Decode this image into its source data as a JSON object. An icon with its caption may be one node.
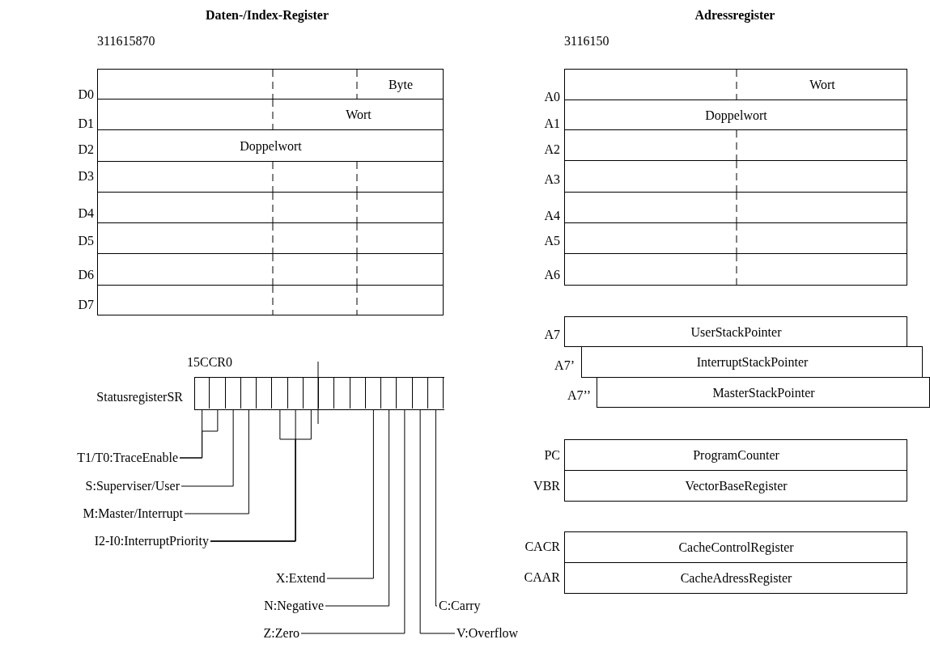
{
  "diagram": {
    "nodes": [
      {
        "text": [
          "Byte"
        ],
        "beside": [
          "D0"
        ]
      },
      {
        "text": [
          "Wort"
        ],
        "beside": [
          "D1"
        ]
      },
      {
        "text": [
          "Doppelwort"
        ],
        "beside": [
          "D2"
        ]
      },
      {
        "text": [],
        "shape": "box",
        "beside": [
          "D3"
        ]
      },
      {
        "text": [],
        "shape": "box",
        "beside": [
          "D4"
        ]
      },
      {
        "text": [],
        "shape": "box",
        "beside": [
          "D5"
        ]
      },
      {
        "text": [],
        "shape": "box",
        "beside": [
          "D6"
        ]
      },
      {
        "text": [],
        "shape": "box",
        "beside": [
          "D7"
        ]
      },
      {
        "text": [
          "Wort"
        ],
        "beside": [
          "A0"
        ]
      },
      {
        "text": [
          "Doppelwort"
        ],
        "beside": [
          "A1"
        ]
      },
      {
        "text": [],
        "shape": "box",
        "beside": [
          "A2"
        ]
      },
      {
        "text": [],
        "shape": "box",
        "beside": [
          "A3"
        ]
      },
      {
        "text": [],
        "shape": "box",
        "beside": [
          "A4"
        ]
      },
      {
        "text": [],
        "shape": "box",
        "beside": [
          "A5"
        ]
      },
      {
        "text": [],
        "shape": "box",
        "beside": [
          "A6"
        ]
      },
      {
        "text": [
          "UserStackPointer"
        ],
        "beside": [
          "A7"
        ]
      },
      {
        "text": [
          "InterruptStackPointer"
        ],
        "beside": [
          "A7’"
        ]
      },
      {
        "text": [
          "MasterStackPointer"
        ],
        "beside": [
          "A7’’"
        ]
      },
      {
        "text": [
          "ProgramCounter"
        ],
        "beside": [
          "PC"
        ]
      },
      {
        "text": [
          "VectorBaseRegister"
        ],
        "beside": [
          "VBR"
        ]
      },
      {
        "text": [
          "CacheControlRegister"
        ],
        "beside": [
          "CACR"
        ]
      },
      {
        "text": [
          "CacheAdressRegister"
        ],
        "beside": [
          "CAAR"
        ]
      },
      {
        "text": [],
        "shape": "bar",
        "beside": [
          "StatusregisterSR"
        ]
      },
      {
        "text": [],
        "shape": "box",
        "in": 22
      },
      {
        "text": [],
        "shape": "box",
        "in": 22
      },
      {
        "text": [],
        "shape": "box",
        "in": 22
      },
      {
        "text": [],
        "shape": "box",
        "in": 22
      },
      {
        "text": [],
        "shape": "box",
        "in": 22
      },
      {
        "text": [],
        "shape": "box",
        "in": 22
      },
      {
        "text": [],
        "shape": "box",
        "in": 22
      },
      {
        "text": [],
        "shape": "box",
        "in": 22
      },
      {
        "text": [],
        "shape": "box",
        "in": 22
      },
      {
        "text": [],
        "shape": "box",
        "in": 22
      },
      {
        "text": [],
        "shape": "box",
        "in": 22
      },
      {
        "text": [],
        "shape": "box",
        "in": 22
      },
      {
        "text": [],
        "shape": "box",
        "in": 22
      },
      {
        "text": [],
        "shape": "box",
        "in": 22
      },
      {
        "text": [],
        "shape": "box",
        "in": 22
      },
      {
        "text": [],
        "shape": "box",
        "in": 22
      },
      {
        "text": [
          "T1/T0:TraceEnable"
        ]
      },
      {
        "text": [
          "S:Superviser/User"
        ]
      },
      {
        "text": [
          "M:Master/Interrupt"
        ]
      },
      {
        "text": [
          "I2-I0:InterruptPriority"
        ]
      },
      {
        "text": [
          "X:Extend"
        ]
      },
      {
        "text": [
          "N:Negative"
        ]
      },
      {
        "text": [
          "C:Carry"
        ]
      },
      {
        "text": [
          "Z:Zero"
        ]
      },
      {
        "text": [
          "V:Overflow"
        ]
      }
    ],
    "edges": [
      {
        "from": 39,
        "to": 23,
        "arrow": "none"
      },
      {
        "from": 39,
        "to": 24,
        "arrow": "none"
      },
      {
        "from": 40,
        "to": 25,
        "arrow": "none"
      },
      {
        "from": 41,
        "to": 26,
        "arrow": "none"
      },
      {
        "from": 42,
        "to": 28,
        "arrow": "none"
      },
      {
        "from": 42,
        "to": 29,
        "arrow": "none"
      },
      {
        "from": 42,
        "to": 30,
        "arrow": "none"
      },
      {
        "from": 43,
        "to": 34,
        "arrow": "none"
      },
      {
        "from": 44,
        "to": 35,
        "arrow": "none"
      },
      {
        "from": 46,
        "to": 36,
        "arrow": "none"
      },
      {
        "from": 47,
        "to": 37,
        "arrow": "none"
      },
      {
        "from": 45,
        "to": 38,
        "arrow": "none"
      }
    ],
    "labels": [
      "Daten-/Index-Register",
      "Adressregister",
      "311615870",
      "3116150",
      "15CCR0"
    ]
  }
}
